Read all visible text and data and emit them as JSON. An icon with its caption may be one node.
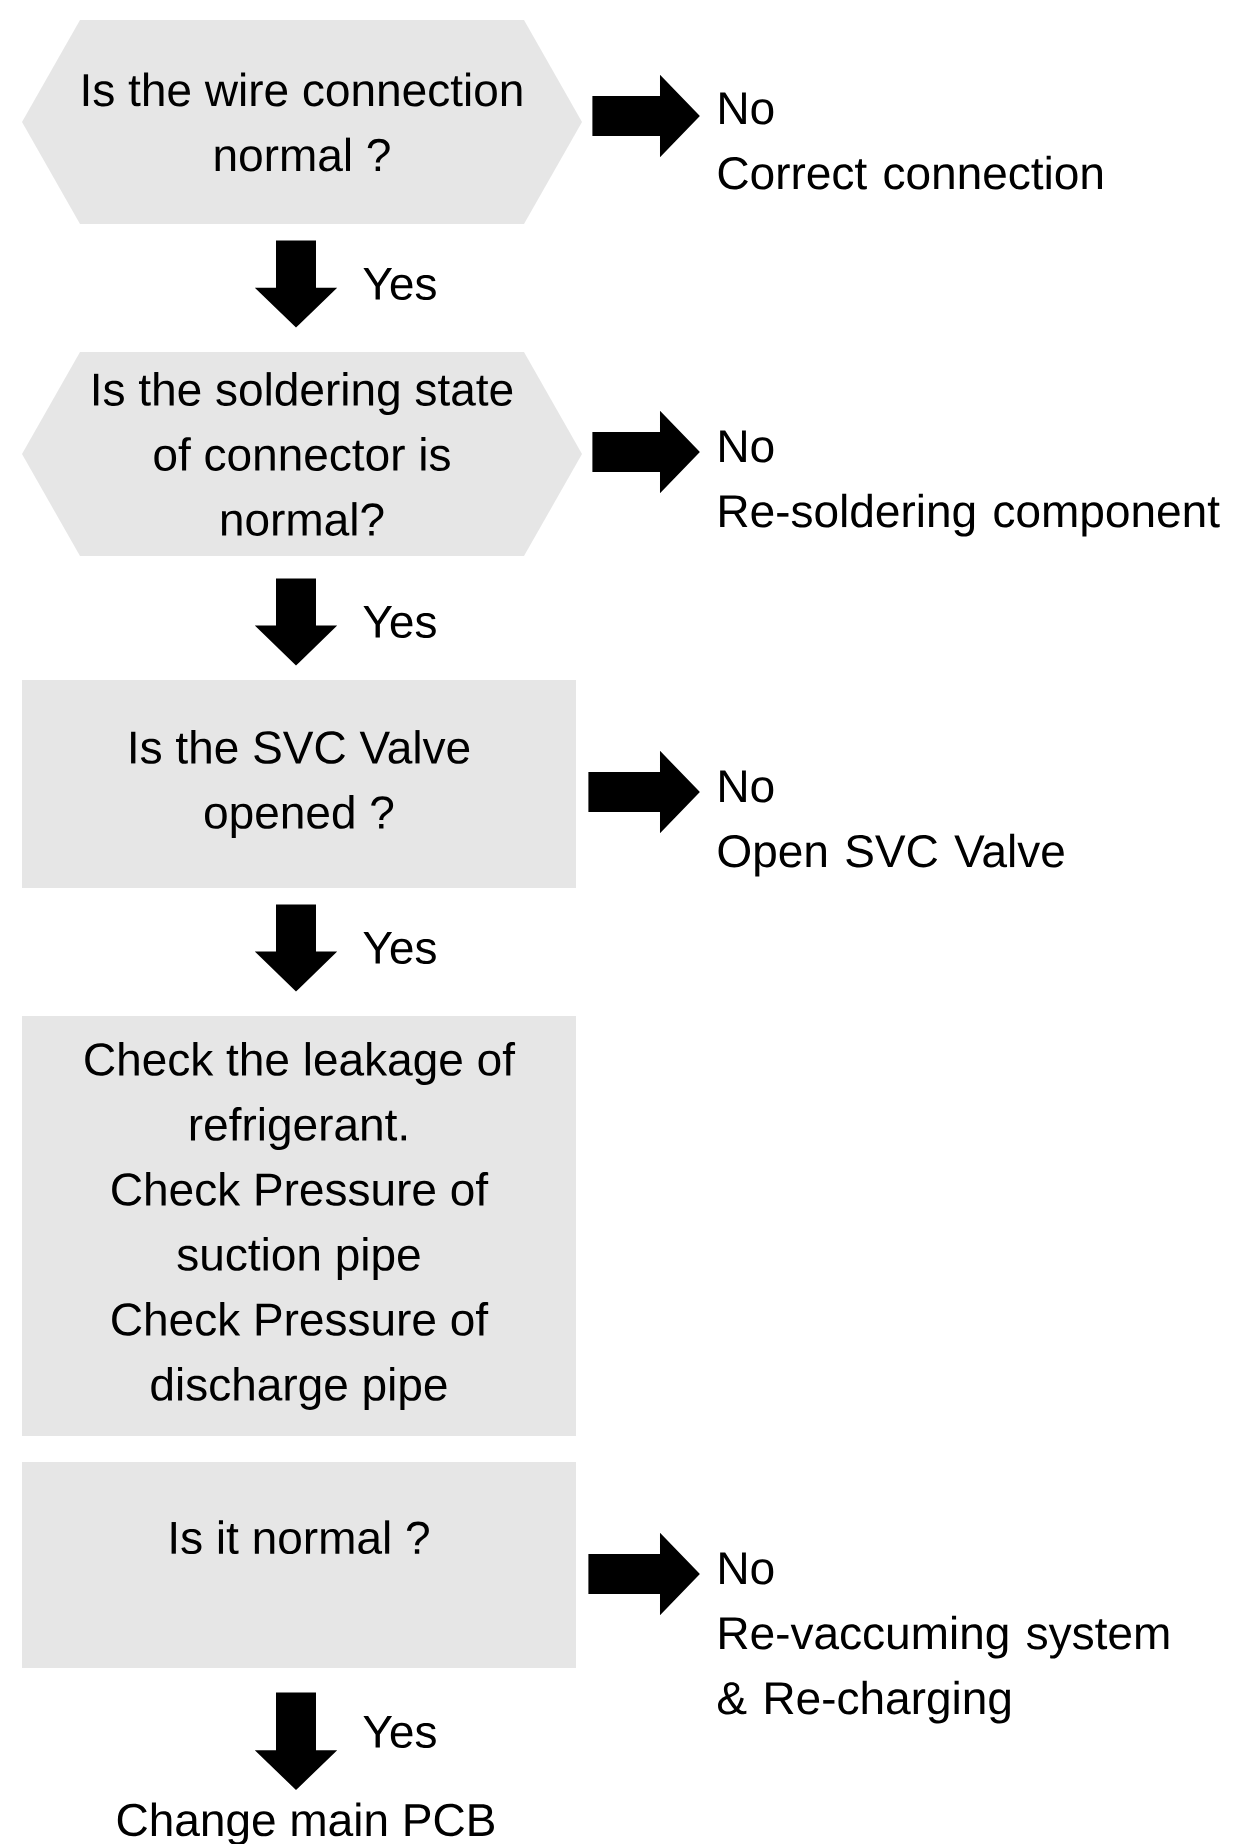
{
  "diagram": {
    "nodes": [
      {
        "text": [
          "Is the wire connection normal ?"
        ]
      },
      {
        "text": [
          "No",
          "Correct connection"
        ]
      },
      {
        "text": [
          "Is the soldering state of connector is normal?"
        ]
      },
      {
        "text": [
          "No",
          "Re-soldering component"
        ]
      },
      {
        "text": [
          "Is the SVC Valve opened ?"
        ]
      },
      {
        "text": [
          "No",
          "Open SVC Valve"
        ]
      },
      {
        "text": [
          "Check the leakage of refrigerant.",
          "Check Pressure of suction pipe",
          "Check Pressure of discharge pipe"
        ]
      },
      {
        "text": [
          "Is it normal ?"
        ]
      },
      {
        "text": [
          "No",
          "Re-vaccuming system & Re-charging"
        ]
      },
      {
        "text": [
          "Change main PCB"
        ]
      }
    ],
    "edges": [
      {
        "from": 0,
        "to": 1,
        "arrow": "to"
      },
      {
        "from": 0,
        "to": 2,
        "arrow": "to",
        "label": "Yes"
      },
      {
        "from": 2,
        "to": 3,
        "arrow": "to"
      },
      {
        "from": 2,
        "to": 4,
        "arrow": "to",
        "label": "Yes"
      },
      {
        "from": 4,
        "to": 5,
        "arrow": "to"
      },
      {
        "from": 4,
        "to": 6,
        "arrow": "to",
        "label": "Yes"
      },
      {
        "from": 7,
        "to": 8,
        "arrow": "to"
      },
      {
        "from": 7,
        "to": 9,
        "arrow": "to",
        "label": "Yes"
      }
    ]
  }
}
